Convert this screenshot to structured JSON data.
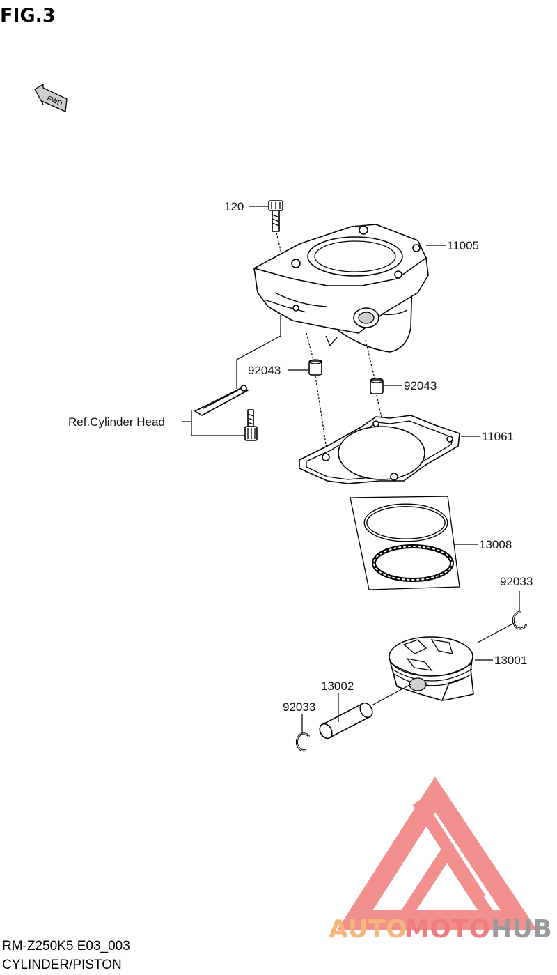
{
  "figure": {
    "title": "FIG.3",
    "direction_marker": "FWD"
  },
  "callouts": {
    "bolt": "120",
    "cylinder": "11005",
    "dowel_left": "92043",
    "dowel_right": "92043",
    "gasket": "11061",
    "ring_set": "13008",
    "circlip_right": "92033",
    "piston": "13001",
    "piston_pin": "13002",
    "circlip_left": "92033",
    "ref_cylinder_head": "Ref.Cylinder Head"
  },
  "footer": {
    "model_code": "RM-Z250K5 E03_003",
    "section": "CYLINDER/PISTON"
  },
  "watermark": {
    "text_auto": "AUTO",
    "text_moto": "MOTO",
    "text_hub": "HUB",
    "color_red": "#f07c7c",
    "color_orange": "#f5b67a",
    "color_gray": "#9a9a9a"
  }
}
